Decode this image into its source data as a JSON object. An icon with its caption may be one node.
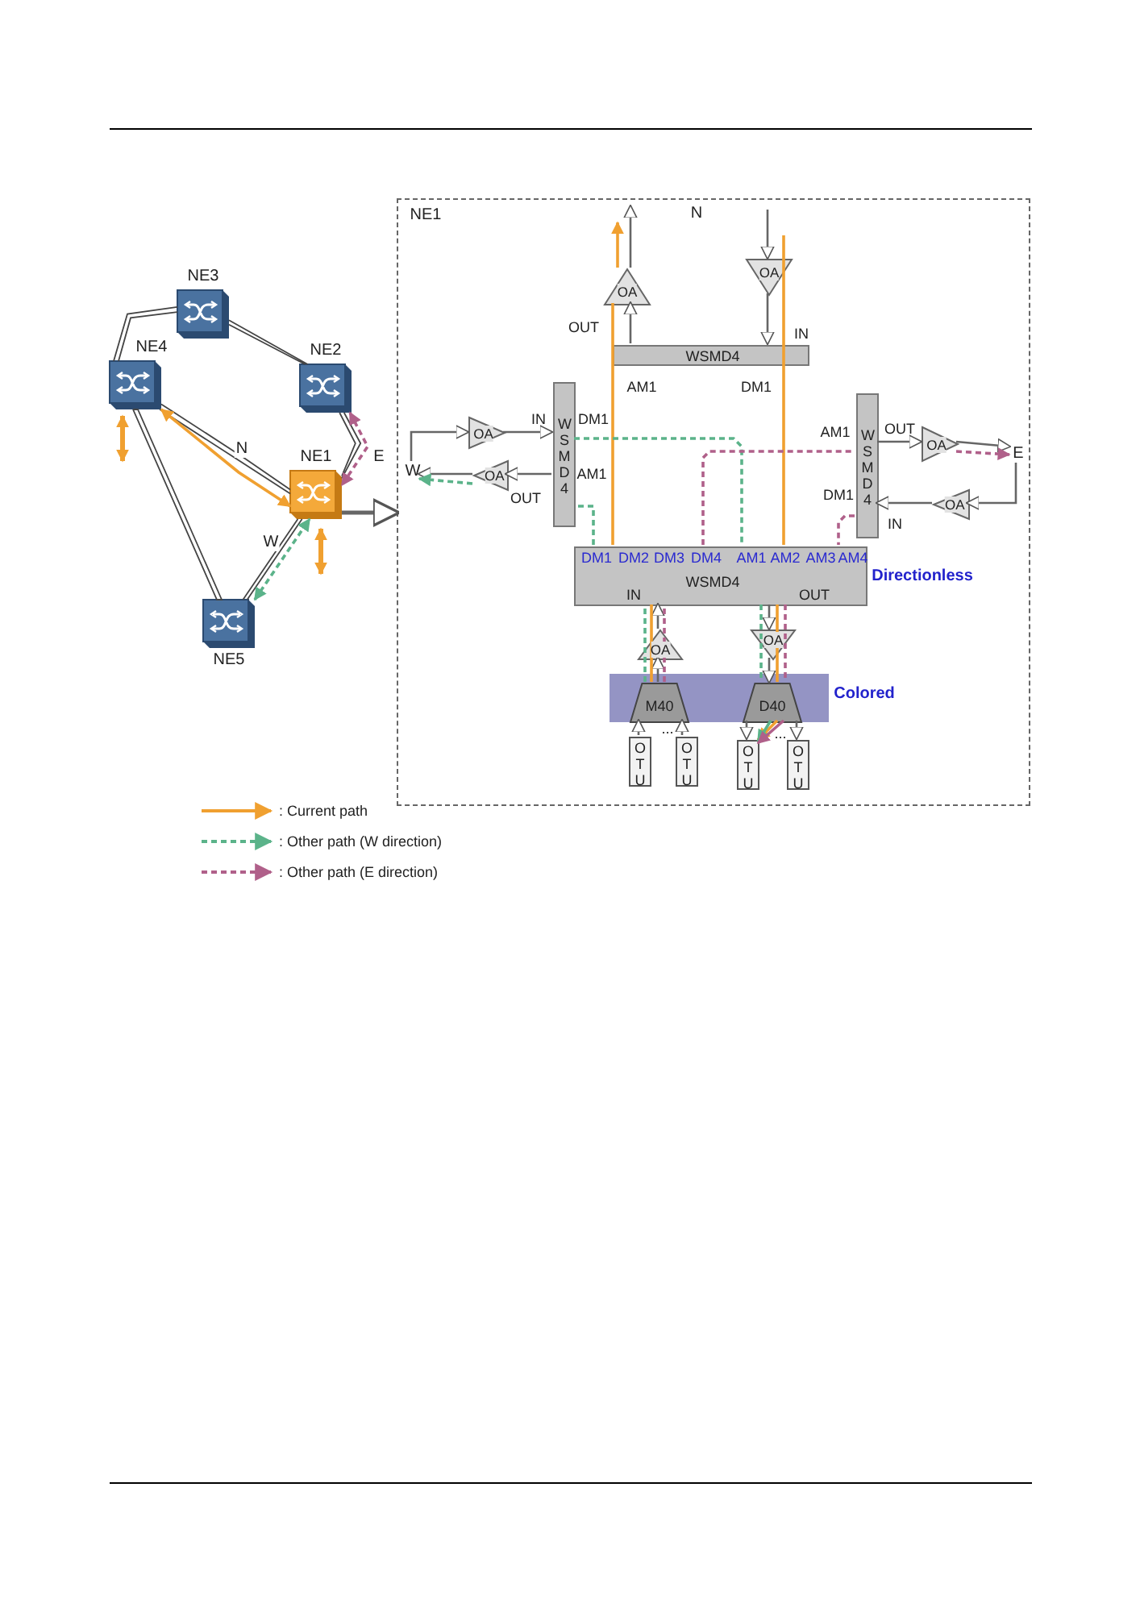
{
  "diagram": {
    "nodes": [
      {
        "text": [
          "NE3"
        ]
      },
      {
        "text": [
          "NE4"
        ]
      },
      {
        "text": [
          "NE2"
        ]
      },
      {
        "text": [
          "NE1"
        ]
      },
      {
        "text": [
          "NE5"
        ]
      },
      {
        "text": [
          "NE1"
        ]
      },
      {
        "text": [
          "OA"
        ],
        "in": 5
      },
      {
        "text": [
          "OA"
        ],
        "in": 5
      },
      {
        "text": [
          "WSMD4"
        ],
        "beside": [
          "OUT",
          "IN",
          "AM1",
          "DM1"
        ],
        "in": 5
      },
      {
        "text": [
          "W S M D 4"
        ],
        "beside": [
          "IN",
          "DM1",
          "AM1",
          "OUT"
        ],
        "in": 5
      },
      {
        "text": [
          "OA"
        ],
        "in": 5
      },
      {
        "text": [
          "OA"
        ],
        "in": 5
      },
      {
        "text": [
          "W S M D 4"
        ],
        "beside": [
          "AM1",
          "OUT",
          "DM1",
          "IN"
        ],
        "in": 5
      },
      {
        "text": [
          "OA"
        ],
        "in": 5
      },
      {
        "text": [
          "OA"
        ],
        "in": 5
      },
      {
        "text": [
          "Colored"
        ],
        "in": 5
      },
      {
        "text": [
          "DM1",
          "DM2",
          "DM3",
          "DM4",
          "AM1",
          "AM2",
          "AM3",
          "AM4",
          "WSMD4",
          "IN",
          "OUT"
        ],
        "beside": [
          "Directionless"
        ],
        "in": 5
      },
      {
        "text": [
          "OA"
        ],
        "in": 5
      },
      {
        "text": [
          "OA"
        ],
        "in": 5
      },
      {
        "text": [
          "M40"
        ],
        "in": 15
      },
      {
        "text": [
          "D40"
        ],
        "in": 15
      },
      {
        "text": [
          "O T U"
        ],
        "in": 5
      },
      {
        "text": [
          "O T U"
        ],
        "in": 5
      },
      {
        "text": [
          "O T U"
        ],
        "in": 5
      },
      {
        "text": [
          "O T U"
        ],
        "in": 5
      },
      {
        "text": [
          "W"
        ],
        "in": 5
      },
      {
        "text": [
          "E"
        ],
        "in": 5
      }
    ],
    "edges": [
      {
        "from": 0,
        "to": 1,
        "arrow": "none"
      },
      {
        "from": 0,
        "to": 2,
        "arrow": "none"
      },
      {
        "from": 1,
        "to": 3,
        "arrow": "none"
      },
      {
        "from": 2,
        "to": 3,
        "arrow": "none"
      },
      {
        "from": 1,
        "to": 4,
        "arrow": "none"
      },
      {
        "from": 4,
        "to": 3,
        "arrow": "none"
      },
      {
        "from": 1,
        "to": 3,
        "arrow": "both",
        "label": "N",
        "color": "#f0a030"
      },
      {
        "from": 2,
        "to": 3,
        "arrow": "both",
        "label": "E",
        "style": "dashed",
        "color": "#b0608a"
      },
      {
        "from": 4,
        "to": 3,
        "arrow": "both",
        "label": "W",
        "style": "dashed",
        "color": "#5bb38a"
      },
      {
        "from": 3,
        "to": 5,
        "arrow": "to"
      },
      {
        "from": 6,
        "to": null,
        "arrow": "to"
      },
      {
        "from": 8,
        "to": 6,
        "arrow": "to"
      },
      {
        "from": null,
        "to": 7,
        "arrow": "to"
      },
      {
        "from": 7,
        "to": 8,
        "arrow": "to"
      },
      {
        "from": 25,
        "to": 10,
        "arrow": "to"
      },
      {
        "from": 10,
        "to": 9,
        "arrow": "to"
      },
      {
        "from": 9,
        "to": 11,
        "arrow": "to"
      },
      {
        "from": 11,
        "to": 25,
        "arrow": "to"
      },
      {
        "from": 12,
        "to": 13,
        "arrow": "to"
      },
      {
        "from": 13,
        "to": 26,
        "arrow": "to"
      },
      {
        "from": 26,
        "to": 14,
        "arrow": "to"
      },
      {
        "from": 14,
        "to": 12,
        "arrow": "to"
      },
      {
        "from": 17,
        "to": 16,
        "arrow": "to"
      },
      {
        "from": 19,
        "to": 17,
        "arrow": "to"
      },
      {
        "from": 16,
        "to": 18,
        "arrow": "to"
      },
      {
        "from": 18,
        "to": 20,
        "arrow": "to"
      },
      {
        "from": 21,
        "to": 19,
        "arrow": "to"
      },
      {
        "from": 22,
        "to": 19,
        "arrow": "to"
      },
      {
        "from": 20,
        "to": 23,
        "arrow": "to"
      },
      {
        "from": 20,
        "to": 24,
        "arrow": "to"
      },
      {
        "from": 16,
        "to": 6,
        "arrow": "none",
        "color": "#f0a030"
      },
      {
        "from": null,
        "to": 16,
        "arrow": "none",
        "color": "#f0a030"
      },
      {
        "from": 19,
        "to": 16,
        "arrow": "none",
        "color": "#f0a030"
      },
      {
        "from": 16,
        "to": 20,
        "arrow": "none",
        "color": "#f0a030"
      },
      {
        "from": 20,
        "to": 23,
        "arrow": "to",
        "color": "#f0a030"
      },
      {
        "from": 9,
        "to": 16,
        "arrow": "none",
        "style": "dashed",
        "color": "#5bb38a"
      },
      {
        "from": 16,
        "to": 9,
        "arrow": "none",
        "style": "dashed",
        "color": "#5bb38a"
      },
      {
        "from": 11,
        "to": 25,
        "arrow": "to",
        "style": "dashed",
        "color": "#5bb38a"
      },
      {
        "from": 19,
        "to": 16,
        "arrow": "none",
        "style": "dashed",
        "color": "#5bb38a"
      },
      {
        "from": 16,
        "to": 20,
        "arrow": "none",
        "style": "dashed",
        "color": "#5bb38a"
      },
      {
        "from": 20,
        "to": 23,
        "arrow": "to",
        "color": "#5bb38a"
      },
      {
        "from": 12,
        "to": 16,
        "arrow": "none",
        "style": "dashed",
        "color": "#b0608a"
      },
      {
        "from": 16,
        "to": 12,
        "arrow": "none",
        "style": "dashed",
        "color": "#b0608a"
      },
      {
        "from": 13,
        "to": 26,
        "arrow": "to",
        "style": "dashed",
        "color": "#b0608a"
      },
      {
        "from": 19,
        "to": 16,
        "arrow": "none",
        "style": "dashed",
        "color": "#b0608a"
      },
      {
        "from": 16,
        "to": 20,
        "arrow": "none",
        "style": "dashed",
        "color": "#b0608a"
      },
      {
        "from": 20,
        "to": 23,
        "arrow": "to",
        "color": "#b0608a"
      },
      {
        "from": 6,
        "to": null,
        "arrow": "to",
        "color": "#f0a030"
      }
    ],
    "labels": [
      "N",
      "...",
      "..."
    ],
    "legend": [
      {
        "text": ": Current path"
      },
      {
        "text": ": Other path (W direction)"
      },
      {
        "text": ": Other path (E direction)"
      }
    ]
  }
}
